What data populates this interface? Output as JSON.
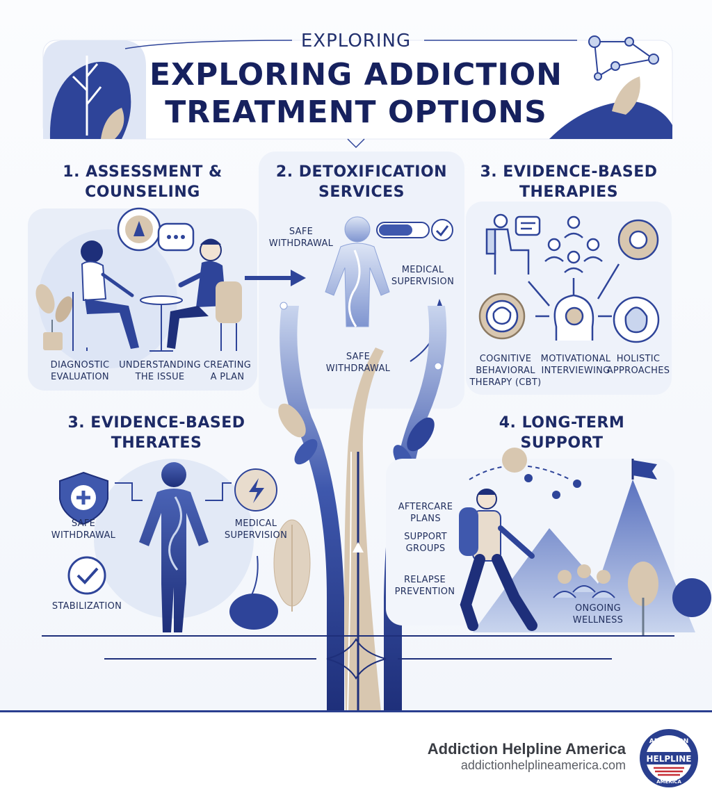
{
  "header": {
    "kicker": "EXPLORING",
    "title_line1": "EXPLORING ADDICTION",
    "title_line2": "TREATMENT OPTIONS"
  },
  "sections": {
    "assessment": {
      "title_line1": "1. ASSESSMENT &",
      "title_line2": "COUNSELING",
      "labels": [
        [
          "DIAGNOSTIC",
          "EVALUATION"
        ],
        [
          "UNDERSTANDING",
          "THE ISSUE"
        ],
        [
          "CREATING",
          "A PLAN"
        ]
      ]
    },
    "detox": {
      "title_line1": "2. DETOXIFICATION",
      "title_line2": "SERVICES",
      "labels": {
        "safe_withdrawal_top": [
          "SAFE",
          "WITHDRAWAL"
        ],
        "medical_supervision": [
          "MEDICAL",
          "SUPERVISION"
        ],
        "safe_withdrawal_bottom": [
          "SAFE",
          "WITHDRAWAL"
        ]
      }
    },
    "therapies": {
      "title_line1": "3. EVIDENCE-BASED",
      "title_line2": "THERAPIES",
      "labels": [
        [
          "COGNITIVE",
          "BEHAVIORAL",
          "THERAPY (CBT)"
        ],
        [
          "MOTIVATIONAL",
          "INTERVIEWING"
        ],
        [
          "HOLISTIC",
          "APPROACHES"
        ]
      ]
    },
    "therates": {
      "title_line1": "3. EVIDENCE-BASED",
      "title_line2": "THERATES",
      "labels": {
        "safe_withdrawal": [
          "SAFE",
          "WITHDRAWAL"
        ],
        "medical_supervision": [
          "MEDICAL",
          "SUPERVISION"
        ],
        "stabilization": "STABILIZATION"
      }
    },
    "support": {
      "title_line1": "4. LONG-TERM",
      "title_line2": "SUPPORT",
      "labels": {
        "aftercare": [
          "AFTERCARE",
          "PLANS"
        ],
        "support_groups": [
          "SUPPORT",
          "GROUPS"
        ],
        "relapse": [
          "RELAPSE",
          "PREVENTION"
        ],
        "wellness": [
          "ONGOING",
          "WELLNESS"
        ]
      }
    }
  },
  "footer": {
    "brand": "Addiction Helpline America",
    "url": "addictionhelplineamerica.com",
    "logo_ring_text": "ADDICTION",
    "logo_band_text": "HELPLINE",
    "logo_bottom_text": "AMERICA"
  },
  "colors": {
    "navy": "#1e2f7a",
    "mid_blue": "#4a63b5",
    "light_blue": "#c9d5ee",
    "beige": "#d8c7b0",
    "footer_rule": "#2a3f8f"
  }
}
